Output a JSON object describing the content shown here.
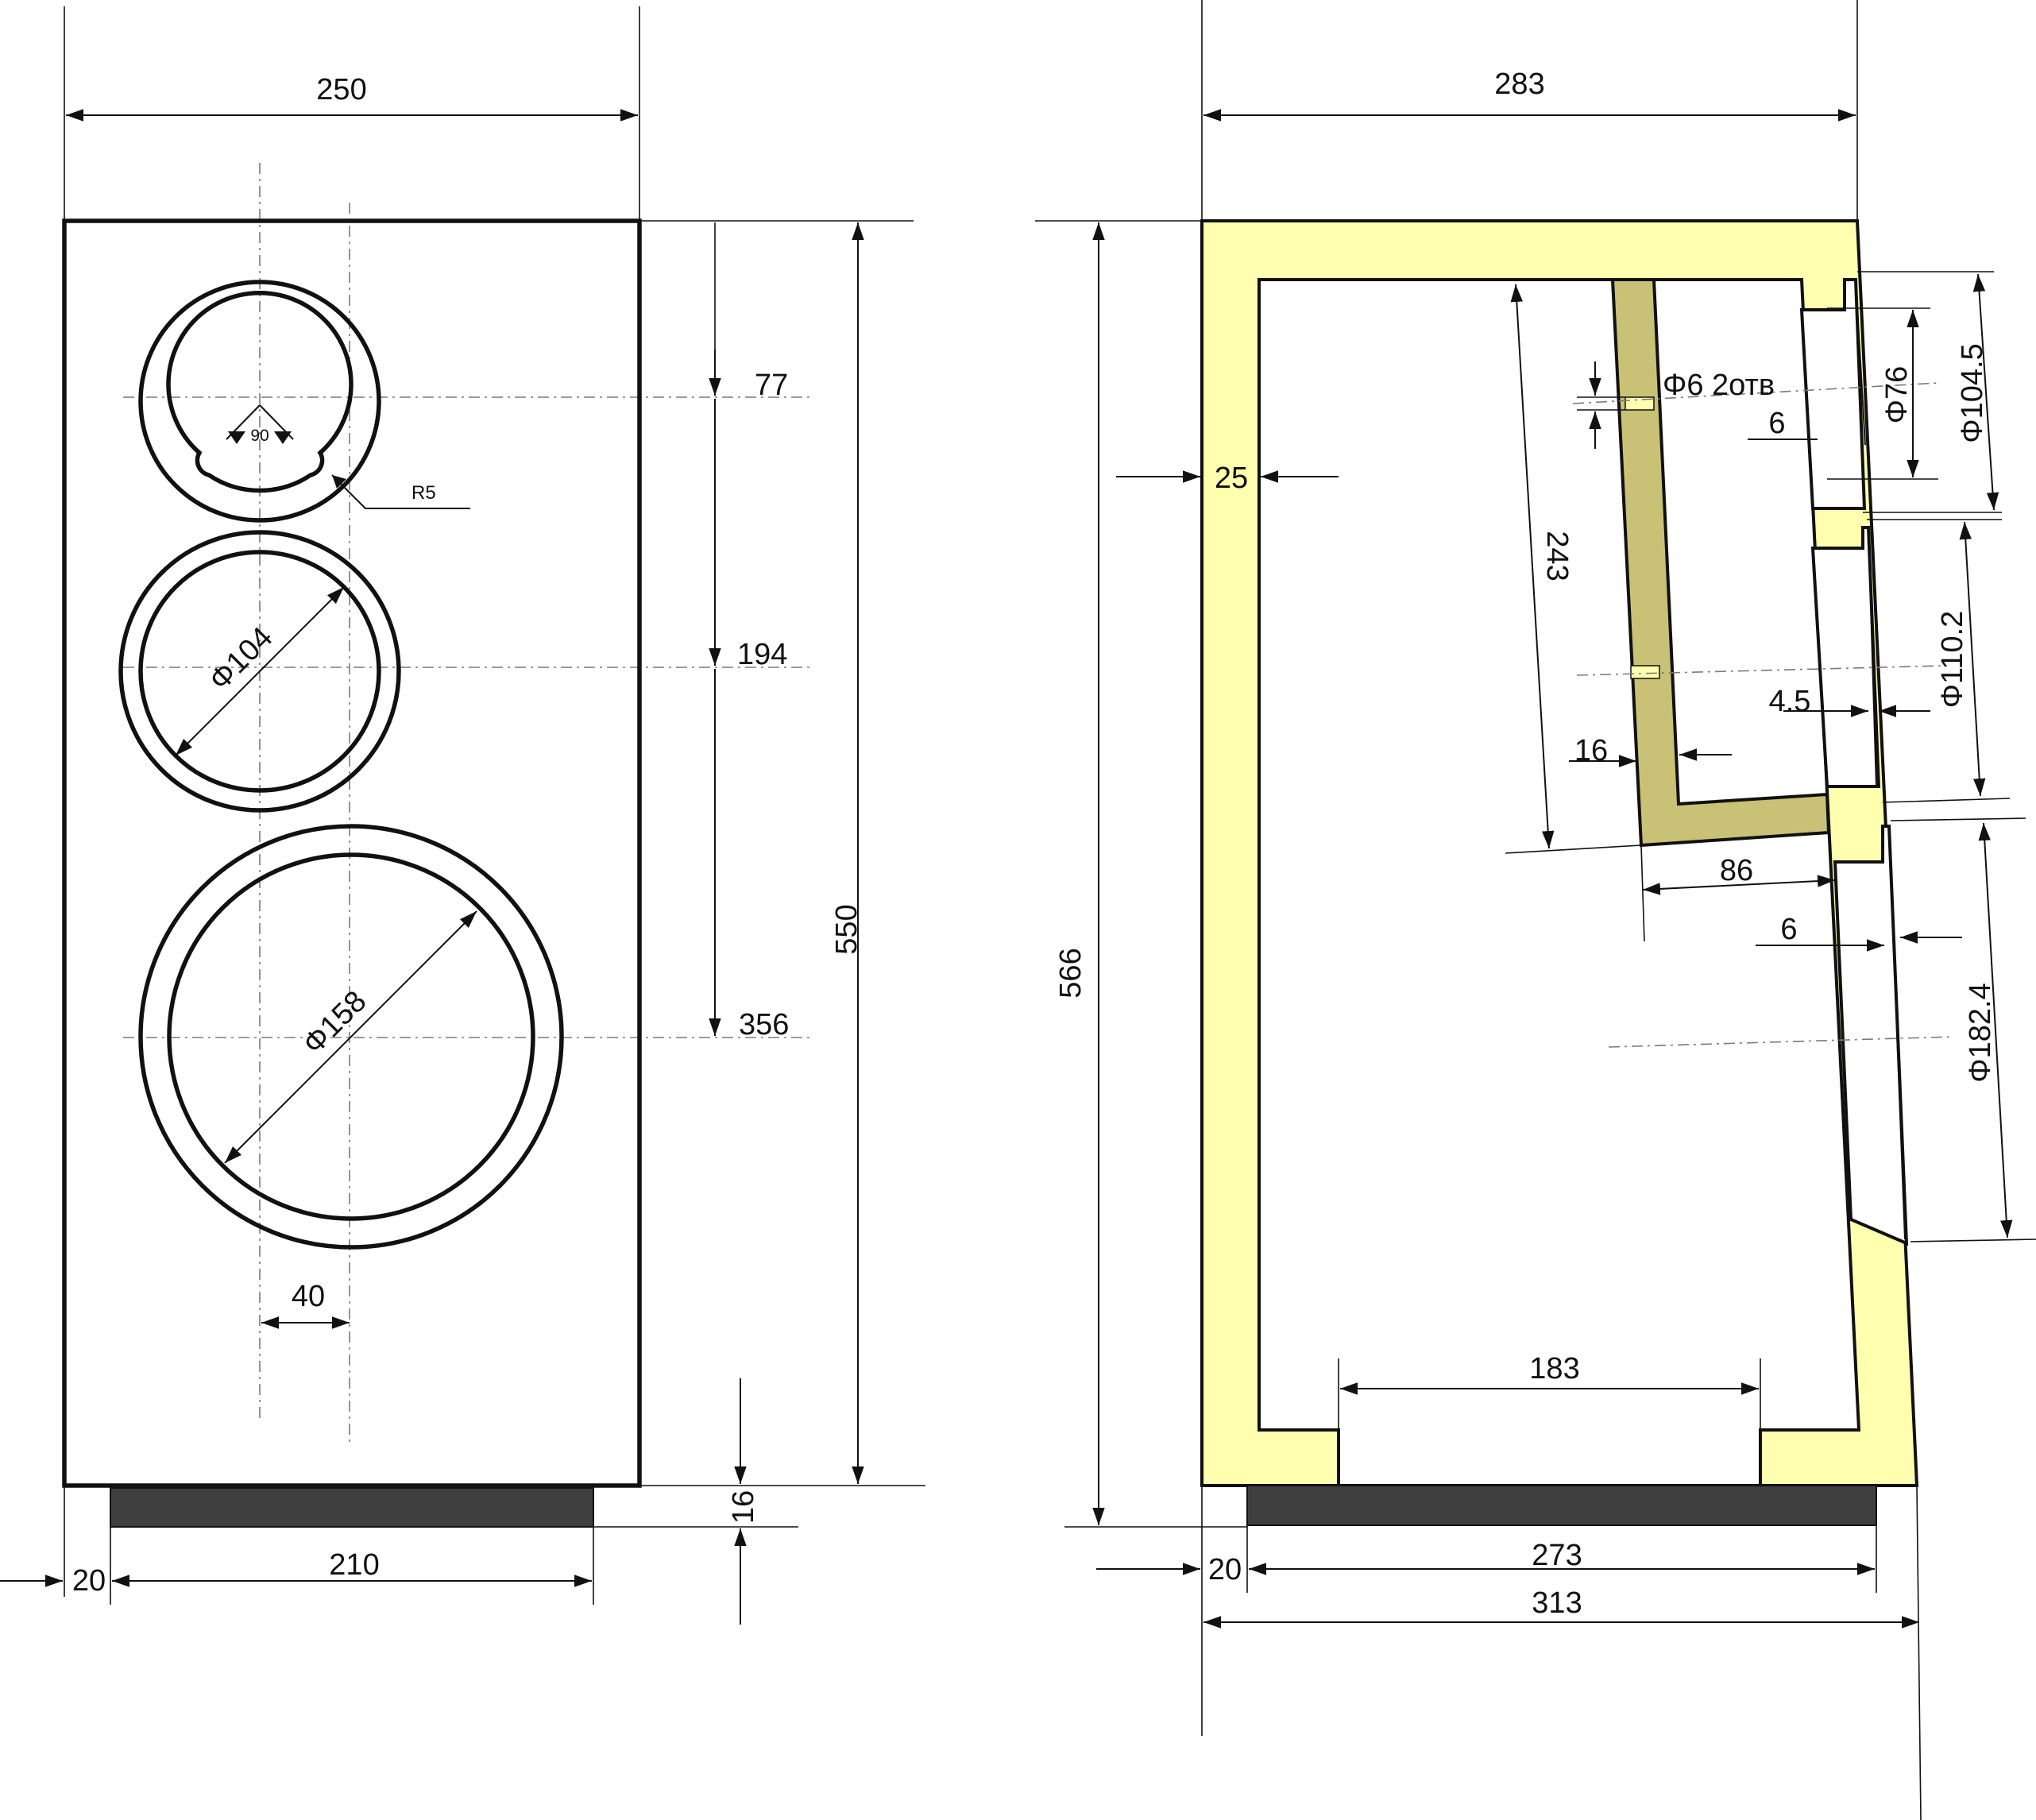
{
  "front_view": {
    "width": "250",
    "height": "550",
    "port_offset": "40",
    "base_width": "210",
    "base_inset": "20",
    "base_height": "16",
    "tweeter_center": "77",
    "midrange_center": "194",
    "woofer_center": "356",
    "tweeter_angle": "90",
    "tweeter_notch_radius": "R5",
    "midrange_cutout": "Φ104",
    "woofer_cutout": "Φ158"
  },
  "side_view": {
    "depth_top": "283",
    "height": "566",
    "wall_thickness": "25",
    "chamber_height": "243",
    "chamber_holes": "Φ6 2отв",
    "chamber_wall": "16",
    "chamber_depth": "86",
    "port_width": "183",
    "base_depth": "273",
    "base_inset": "20",
    "depth_bottom": "313",
    "tweeter_recess": "6",
    "tweeter_cutout": "Φ76",
    "tweeter_flange": "Φ104.5",
    "midrange_recess": "4.5",
    "midrange_flange": "Φ110.2",
    "woofer_recess": "6",
    "woofer_flange": "Φ182.4"
  },
  "colors": {
    "panel_fill": "#FFFFAF",
    "chamber_fill": "#C9C176",
    "base_fill": "#3F3F3F",
    "line": "#111111"
  }
}
